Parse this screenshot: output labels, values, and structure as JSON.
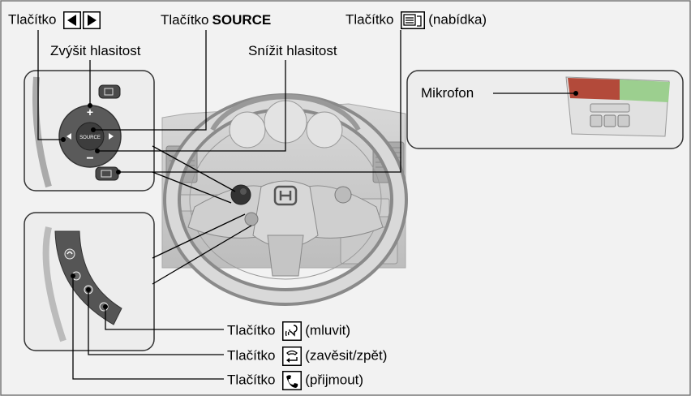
{
  "labels": {
    "arrows_prefix": "Tlačítko",
    "source_prefix": "Tlačítko",
    "source_name": "SOURCE",
    "menu_prefix": "Tlačítko",
    "menu_suffix": "(nabídka)",
    "volume_up": "Zvýšit hlasitost",
    "volume_down": "Snížit hlasitost",
    "microphone": "Mikrofon",
    "talk_prefix": "Tlačítko",
    "talk_suffix": "(mluvit)",
    "hangup_prefix": "Tlačítko",
    "hangup_suffix": "(zavěsit/zpět)",
    "pickup_prefix": "Tlačítko",
    "pickup_suffix": "(přijmout)"
  },
  "controls": {
    "plus": "+",
    "minus": "−",
    "source": "SOURCE"
  },
  "icons": {
    "arrows": [
      "left-arrow-icon",
      "right-arrow-icon"
    ],
    "menu": "menu-icon",
    "talk": "talk-icon",
    "hangup": "hangup-back-icon",
    "pickup": "pickup-icon"
  },
  "colors": {
    "background": "#ffffff",
    "panel_bg": "#ededed",
    "outer_bg": "#f2f2f2",
    "accent_red": "#b34a3a",
    "accent_green": "#9ccf8f"
  }
}
